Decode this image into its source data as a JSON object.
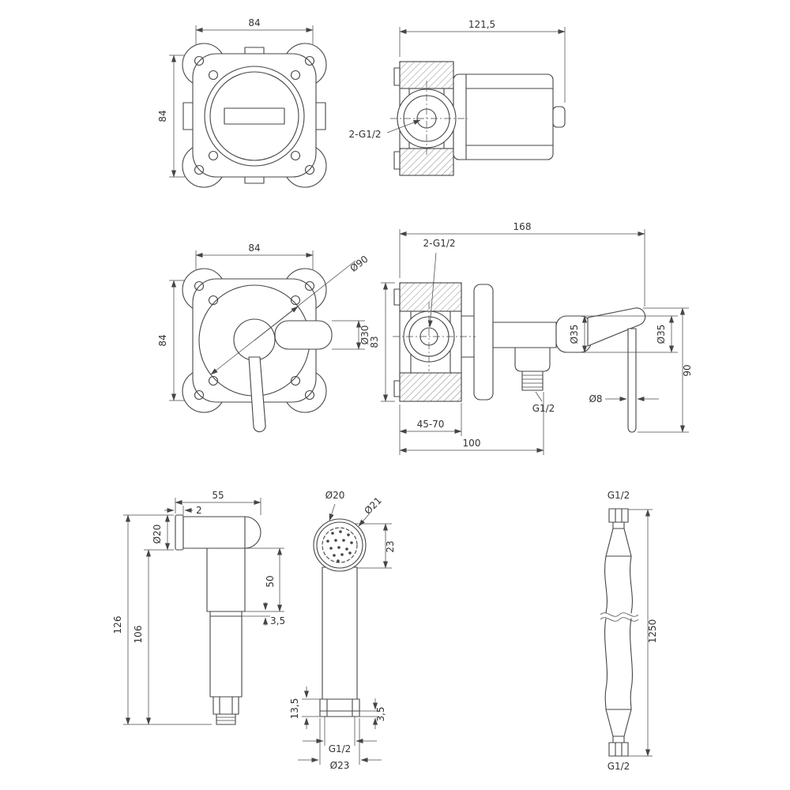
{
  "sheet": {
    "background": "#ffffff",
    "line_color": "#454545",
    "text_color": "#333333"
  },
  "views": {
    "rough_in_front": {
      "width": "84",
      "height": "84"
    },
    "rough_in_side": {
      "width": "121,5",
      "inlet_thread": "2-G1/2"
    },
    "trim_front": {
      "width": "84",
      "height": "84",
      "plate_diameter": "Ø90",
      "knob_diameter": "Ø30"
    },
    "trim_side": {
      "width": "168",
      "inlet_thread": "2-G1/2",
      "height": "83",
      "hub_diameter": "Ø35",
      "grip_diameter": "Ø35",
      "lever_drop": "90",
      "rod_diameter": "Ø8",
      "outlet_thread": "G1/2",
      "depth_range": "45-70",
      "depth_total": "100"
    },
    "sprayer_side": {
      "head_length": "55",
      "face_thickness": "2",
      "head_diameter": "Ø20",
      "grip_length": "50",
      "step": "3,5",
      "total_height": "126",
      "body_height": "106"
    },
    "sprayer_front": {
      "head_diameter": "Ø20",
      "face_diameter": "Ø21",
      "head_height": "23",
      "thread_length": "13,5",
      "lip": "3,5",
      "thread": "G1/2",
      "nut_diameter": "Ø23"
    },
    "hose": {
      "top_thread": "G1/2",
      "length": "1250",
      "bottom_thread": "G1/2"
    }
  }
}
